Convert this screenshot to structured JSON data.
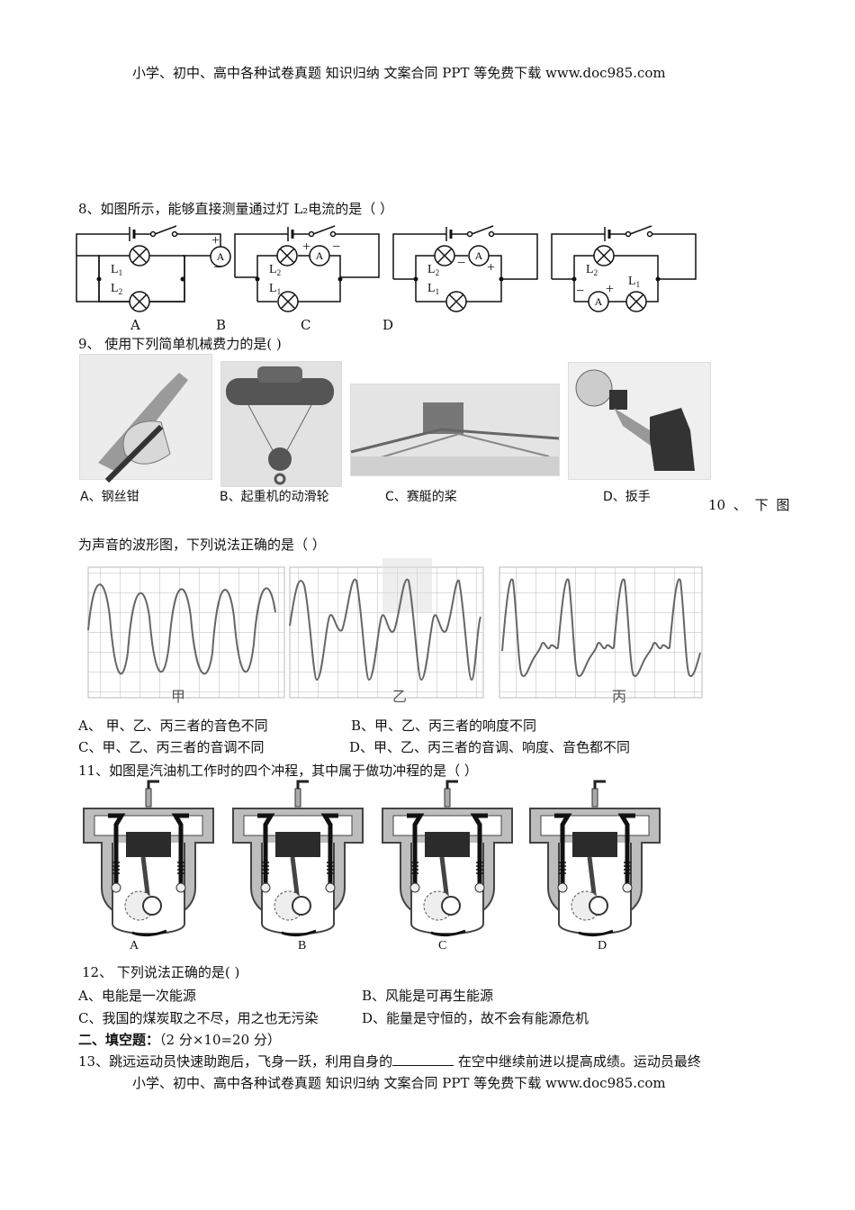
{
  "header": {
    "text": "小学、初中、高中各种试卷真题 知识归纳 文案合同 PPT 等免费下载   www.doc985.com"
  },
  "footer": {
    "text": "小学、初中、高中各种试卷真题 知识归纳 文案合同 PPT 等免费下载   www.doc985.com"
  },
  "q8": {
    "stem": "8、如图所示，能够直接测量通过灯 L₂电流的是（            ）",
    "options": [
      "A",
      "B",
      "C",
      "D"
    ],
    "circuits": [
      {
        "top_lamp": "L1",
        "bottom_lamp": "L2",
        "ammeter": "A",
        "ammeter_position": "main line right",
        "plus": "+",
        "minus": "−"
      },
      {
        "top_lamp": "L2",
        "bottom_lamp": "L1",
        "ammeter": "A",
        "ammeter_position": "series with L2",
        "plus": "+",
        "minus": "−"
      },
      {
        "top_lamp": "L2",
        "bottom_lamp": "L1",
        "ammeter": "A",
        "ammeter_position": "series with L2 (reversed)",
        "plus": "+",
        "minus": "−"
      },
      {
        "top_lamp": "L2",
        "bottom_lamp": "L1",
        "ammeter": "A",
        "ammeter_position": "series with L1",
        "plus": "+",
        "minus": "−"
      }
    ]
  },
  "q9": {
    "stem": "9、  使用下列简单机械费力的是(            )",
    "options": [
      {
        "label": "A、钢丝钳"
      },
      {
        "label": "B、起重机的动滑轮"
      },
      {
        "label": "C、赛艇的桨"
      },
      {
        "label": "D、扳手"
      }
    ]
  },
  "q10": {
    "stem_part1": "10 、 下 图",
    "stem_part2": "为声音的波形图，下列说法正确的是（            ）",
    "waves": [
      {
        "label": "甲"
      },
      {
        "label": "乙"
      },
      {
        "label": "丙"
      }
    ],
    "options": [
      "A、  甲、乙、丙三者的音色不同",
      "B、甲、乙、丙三者的响度不同",
      "C、甲、乙、丙三者的音调不同",
      "D、甲、乙、丙三者的音调、响度、音色都不同"
    ]
  },
  "q11": {
    "stem": "11、如图是汽油机工作时的四个冲程，其中属于做功冲程的是（            ）",
    "engines": [
      {
        "label": "A",
        "piston": "down",
        "intake": "open",
        "exhaust": "closed"
      },
      {
        "label": "B",
        "piston": "up",
        "intake": "closed",
        "exhaust": "closed"
      },
      {
        "label": "C",
        "piston": "down",
        "intake": "closed",
        "exhaust": "closed",
        "spark": true
      },
      {
        "label": "D",
        "piston": "up",
        "intake": "closed",
        "exhaust": "open"
      }
    ]
  },
  "q12": {
    "stem": "12、  下列说法正确的是(            )",
    "options": [
      "A、电能是一次能源",
      "B、风能是可再生能源",
      "C、我国的煤炭取之不尽，用之也无污染",
      "D、能量是守恒的，故不会有能源危机"
    ]
  },
  "section2": {
    "title": "二、填空题：",
    "score": "（2 分×10=20 分）"
  },
  "q13": {
    "part1": "13、跳远运动员快速助跑后，飞身一跃，利用自身的",
    "part2": " 在空中继续前进以提高成绩。运动员最终"
  }
}
